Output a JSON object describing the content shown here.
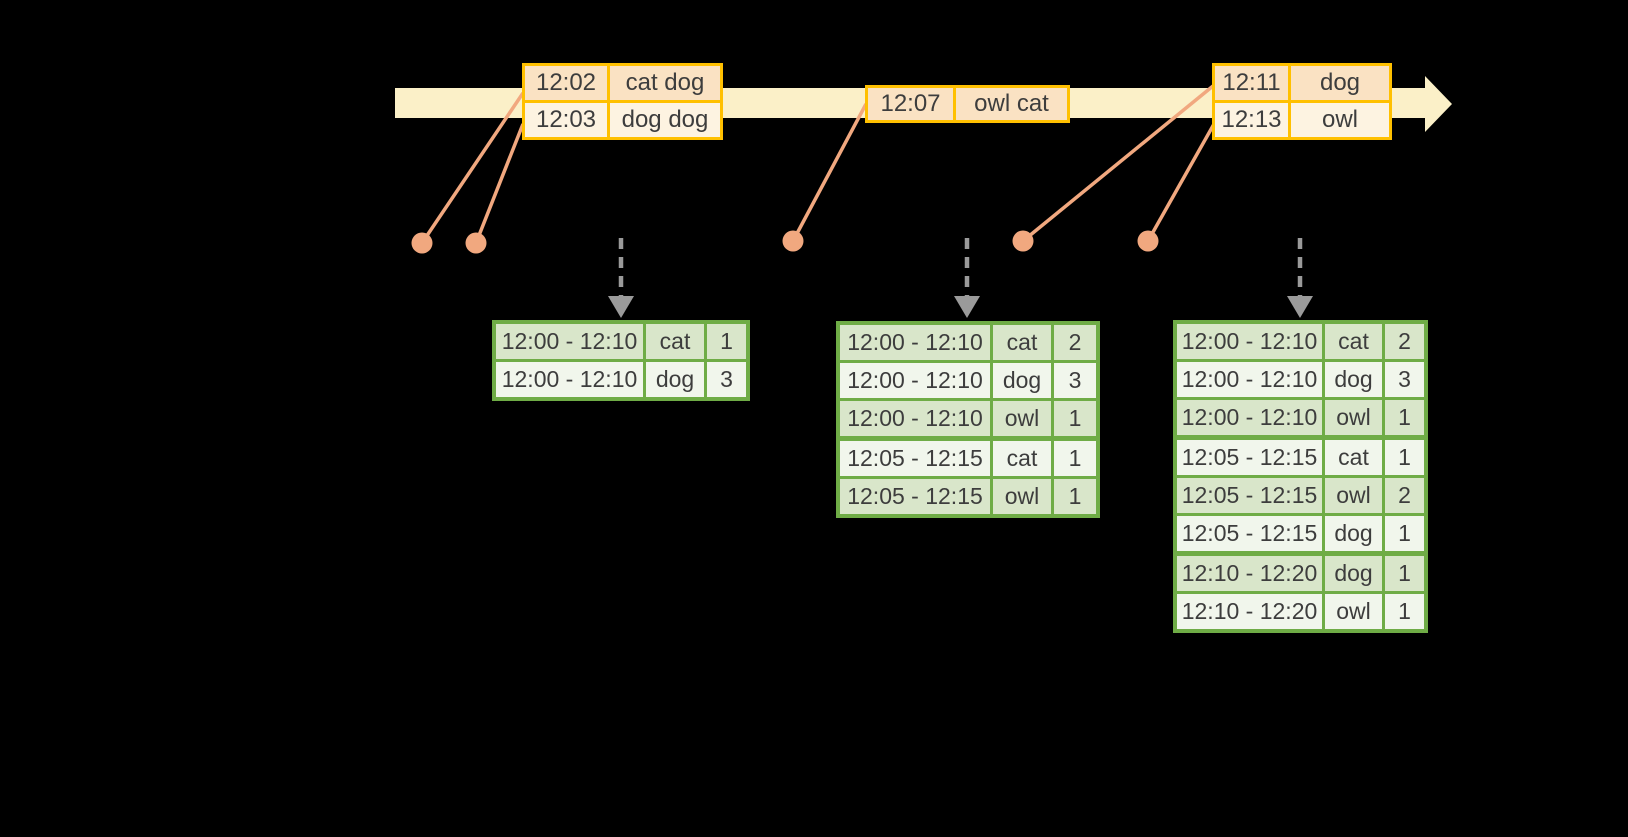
{
  "colors": {
    "background": "#000000",
    "timeline_fill": "#FBF0C8",
    "event_table_border": "#FFC000",
    "event_row_peach": "#FAE2C3",
    "event_row_cream": "#FDF3E1",
    "event_marker_salmon": "#F1A87F",
    "result_table_border": "#6FAC46",
    "result_row_dark": "#D9E6CA",
    "result_row_light": "#F1F6EC",
    "trigger_arrow_gray": "#9A9A9A",
    "text": "#3D3D3D"
  },
  "event_tables": [
    {
      "rows": [
        {
          "time": "12:02",
          "words": "cat dog"
        },
        {
          "time": "12:03",
          "words": "dog dog"
        }
      ]
    },
    {
      "rows": [
        {
          "time": "12:07",
          "words": "owl cat"
        }
      ]
    },
    {
      "rows": [
        {
          "time": "12:11",
          "words": "dog"
        },
        {
          "time": "12:13",
          "words": "owl"
        }
      ]
    }
  ],
  "result_tables": [
    {
      "groups": [
        {
          "rows": [
            {
              "window": "12:00 - 12:10",
              "word": "cat",
              "count": "1"
            },
            {
              "window": "12:00 - 12:10",
              "word": "dog",
              "count": "3"
            }
          ]
        }
      ]
    },
    {
      "groups": [
        {
          "rows": [
            {
              "window": "12:00 - 12:10",
              "word": "cat",
              "count": "2"
            },
            {
              "window": "12:00 - 12:10",
              "word": "dog",
              "count": "3"
            },
            {
              "window": "12:00 - 12:10",
              "word": "owl",
              "count": "1"
            }
          ]
        },
        {
          "rows": [
            {
              "window": "12:05 - 12:15",
              "word": "cat",
              "count": "1"
            },
            {
              "window": "12:05 - 12:15",
              "word": "owl",
              "count": "1"
            }
          ]
        }
      ]
    },
    {
      "groups": [
        {
          "rows": [
            {
              "window": "12:00 - 12:10",
              "word": "cat",
              "count": "2"
            },
            {
              "window": "12:00 - 12:10",
              "word": "dog",
              "count": "3"
            },
            {
              "window": "12:00 - 12:10",
              "word": "owl",
              "count": "1"
            }
          ]
        },
        {
          "rows": [
            {
              "window": "12:05 - 12:15",
              "word": "cat",
              "count": "1"
            },
            {
              "window": "12:05 - 12:15",
              "word": "owl",
              "count": "2"
            },
            {
              "window": "12:05 - 12:15",
              "word": "dog",
              "count": "1"
            }
          ]
        },
        {
          "rows": [
            {
              "window": "12:10 - 12:20",
              "word": "dog",
              "count": "1"
            },
            {
              "window": "12:10 - 12:20",
              "word": "owl",
              "count": "1"
            }
          ]
        }
      ]
    }
  ]
}
